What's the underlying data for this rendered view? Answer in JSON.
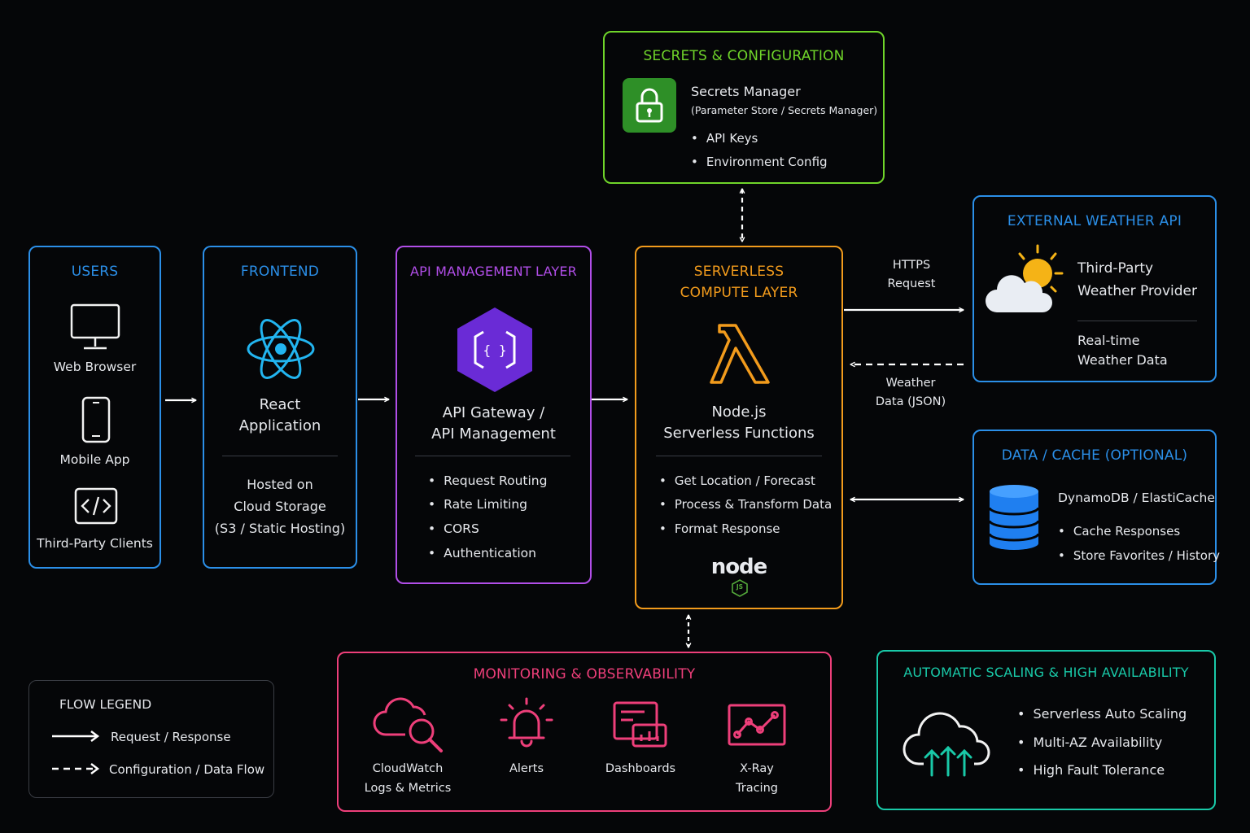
{
  "colors": {
    "users": "#2b8fe8",
    "frontend": "#2b8fe8",
    "api": "#b14ee8",
    "compute": "#f29b1c",
    "secrets": "#6fd42a",
    "weather": "#2b8fe8",
    "data": "#2b8fe8",
    "monitoring": "#ee3f7a",
    "scaling": "#19c9a8",
    "legend": "#3a3d44"
  },
  "users": {
    "title": "USERS",
    "items": [
      {
        "label": "Web Browser",
        "icon": "monitor-icon"
      },
      {
        "label": "Mobile App",
        "icon": "smartphone-icon"
      },
      {
        "label": "Third-Party Clients",
        "icon": "code-icon"
      }
    ]
  },
  "frontend": {
    "title": "FRONTEND",
    "app_line1": "React",
    "app_line2": "Application",
    "host_line1": "Hosted on",
    "host_line2": "Cloud Storage",
    "host_line3": "(S3 / Static Hosting)",
    "icon": "react-icon"
  },
  "api": {
    "title": "API MANAGEMENT LAYER",
    "name_line1": "API Gateway /",
    "name_line2": "API Management",
    "bullets": [
      "Request Routing",
      "Rate Limiting",
      "CORS",
      "Authentication"
    ],
    "icon": "api-gateway-icon"
  },
  "compute": {
    "title_line1": "SERVERLESS",
    "title_line2": "COMPUTE LAYER",
    "name_line1": "Node.js",
    "name_line2": "Serverless Functions",
    "bullets": [
      "Get Location / Forecast",
      "Process & Transform Data",
      "Format Response"
    ],
    "logo_text": "node",
    "logo_badge": "JS",
    "icon": "lambda-icon"
  },
  "secrets": {
    "title": "SECRETS & CONFIGURATION",
    "name": "Secrets Manager",
    "sub": "(Parameter Store / Secrets Manager)",
    "bullets": [
      "API Keys",
      "Environment Config"
    ],
    "icon": "lock-icon"
  },
  "weather": {
    "title": "EXTERNAL WEATHER API",
    "name_line1": "Third-Party",
    "name_line2": "Weather Provider",
    "data_line1": "Real-time",
    "data_line2": "Weather Data",
    "icon": "weather-cloud-sun-icon"
  },
  "data": {
    "title": "DATA / CACHE (OPTIONAL)",
    "name": "DynamoDB / ElastiCache",
    "bullets": [
      "Cache Responses",
      "Store Favorites / History"
    ],
    "icon": "database-icon"
  },
  "flows": {
    "https_line1": "HTTPS",
    "https_line2": "Request",
    "weather_line1": "Weather",
    "weather_line2": "Data (JSON)"
  },
  "monitoring": {
    "title": "MONITORING & OBSERVABILITY",
    "items": [
      {
        "line1": "CloudWatch",
        "line2": "Logs & Metrics",
        "icon": "cloud-search-icon"
      },
      {
        "line1": "Alerts",
        "line2": "",
        "icon": "bell-icon"
      },
      {
        "line1": "Dashboards",
        "line2": "",
        "icon": "dashboard-icon"
      },
      {
        "line1": "X-Ray",
        "line2": "Tracing",
        "icon": "chart-line-icon"
      }
    ]
  },
  "scaling": {
    "title": "AUTOMATIC SCALING & HIGH AVAILABILITY",
    "bullets": [
      "Serverless Auto Scaling",
      "Multi-AZ Availability",
      "High Fault Tolerance"
    ],
    "icon": "cloud-upload-icon"
  },
  "legend": {
    "title": "FLOW LEGEND",
    "solid": "Request / Response",
    "dashed": "Configuration / Data Flow"
  }
}
